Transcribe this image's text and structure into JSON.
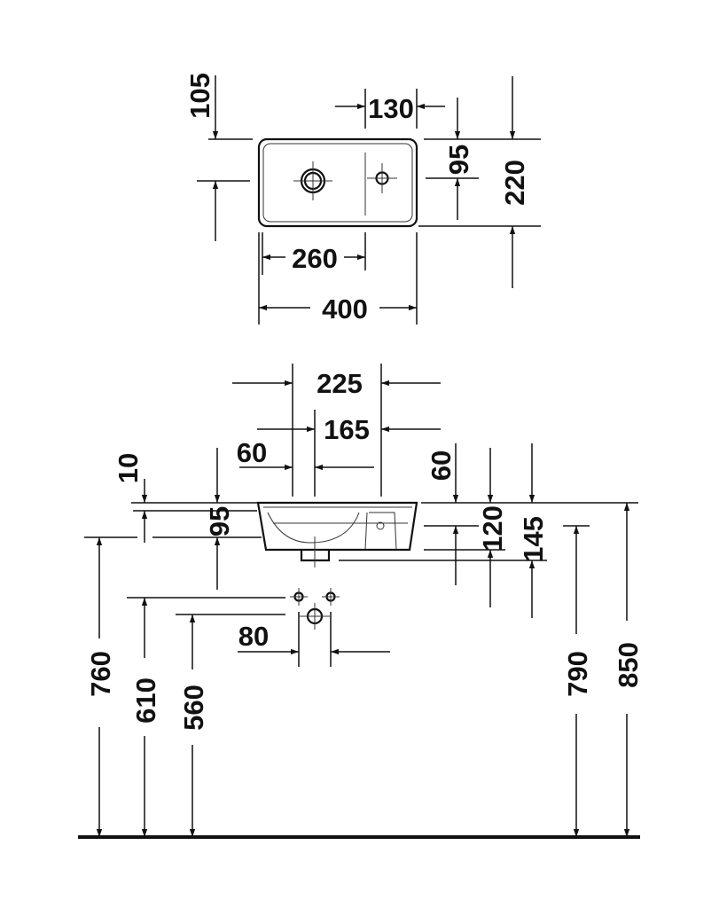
{
  "top_view": {
    "dims": {
      "d105": "105",
      "d130": "130",
      "d95": "95",
      "d220": "220",
      "d260": "260",
      "d400": "400"
    }
  },
  "side_view": {
    "dims": {
      "d225": "225",
      "d165": "165",
      "d60a": "60",
      "d10": "10",
      "d95": "95",
      "d60b": "60",
      "d120": "120",
      "d145": "145",
      "d80": "80",
      "d760": "760",
      "d610": "610",
      "d560": "560",
      "d790": "790",
      "d850": "850"
    }
  },
  "colors": {
    "line": "#111111",
    "background": "#ffffff"
  }
}
